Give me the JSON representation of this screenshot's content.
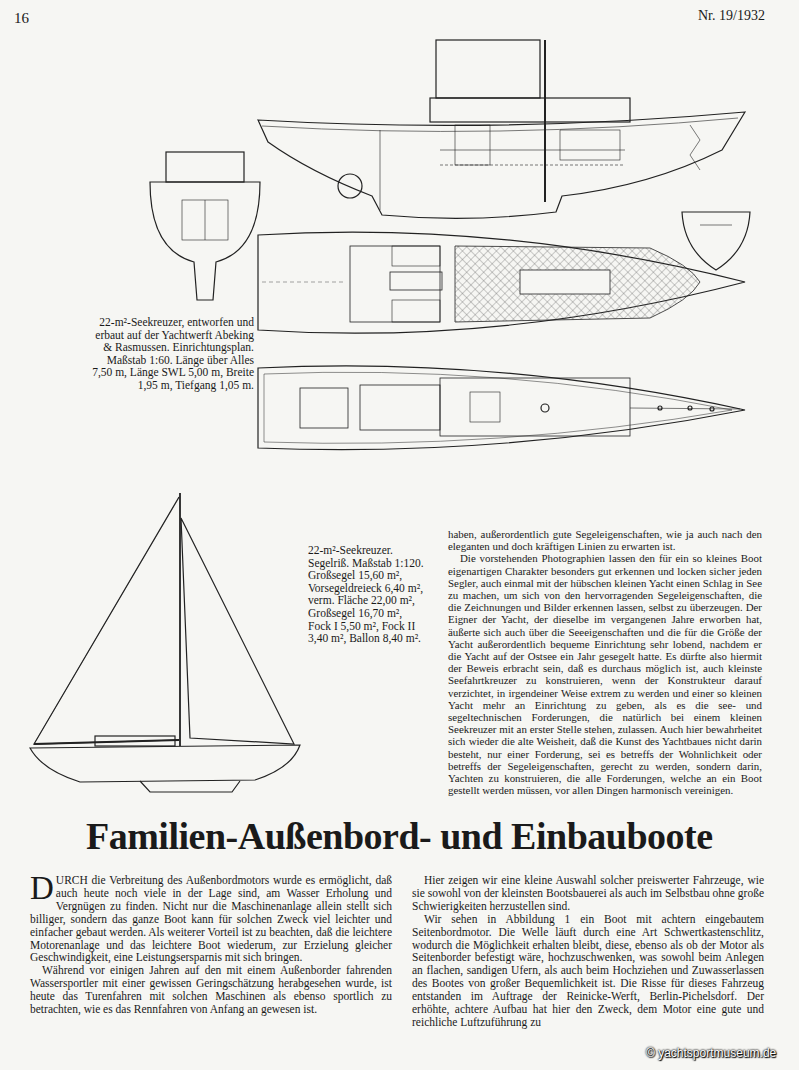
{
  "diagram": {
    "title": "Familien-Außenbord- und Einbauboote",
    "labels": [
      "16",
      "Nr. 19/1932",
      "22-m²-Seekreuzer, entworfen und erbaut auf der Yachtwerft Abeking & Rasmussen. Einrichtungsplan. Maßstab 1:60. Länge über Alles 7,50 m, Länge SWL 5,00 m, Breite 1,95 m, Tiefgang 1,05 m.",
      "22-m²-Seekreuzer. Segelriß. Maßstab 1:120. Großsegel 15,60 m², Vorsegeldreieck 6,40 m², verm. Fläche 22,00 m², Großsegel 16,70 m², Fock I 5,50 m², Fock II 3,40 m², Ballon 8,40 m².",
      "haben, außerordentlich gute Segeleigenschaften, wie ja auch nach den eleganten und doch kräftigen Linien zu erwarten ist.",
      "Die vorstehenden Photographien lassen den für ein so kleines Boot eigenartigen Charakter besonders gut erkennen und locken sicher jeden Segler, auch einmal mit der hübschen kleinen Yacht einen Schlag in See zu machen, um sich von den hervorragenden Segeleigenschaften, die die Zeichnungen und Bilder erkennen lassen, selbst zu überzeugen. Der Eigner der Yacht, der dieselbe im vergangenen Jahre erworben hat, äußerte sich auch über die Seeeigenschaften und die für die Größe der Yacht außerordentlich bequeme Einrichtung sehr lobend, nachdem er die Yacht auf der Ostsee ein Jahr gesegelt hatte. Es dürfte also hiermit der Beweis erbracht sein, daß es durchaus möglich ist, auch kleinste Seefahrtkreuzer zu konstruieren, wenn der Konstrukteur darauf verzichtet, in irgendeiner Weise extrem zu werden und einer so kleinen Yacht mehr an Einrichtung zu geben, als es die see- und segeltechnischen Forderungen, die natürlich bei einem kleinen Seekreuzer mit an erster Stelle stehen, zulassen. Auch hier bewahrheitet sich wieder die alte Weisheit, daß die Kunst des Yachtbaues nicht darin besteht, nur einer Forderung, sei es betreffs der Wohnlichkeit oder betreffs der Segeleigenschaften, gerecht zu werden, sondern darin, Yachten zu konstruieren, die alle Forderungen, welche an ein Boot gestellt werden müssen, vor allen Dingen harmonisch vereinigen.",
      "DURCH die Verbreitung des Außenbordmotors wurde es ermöglicht, daß auch heute noch viele in der Lage sind, am Wasser Erholung und Vergnügen zu finden. Nicht nur die Maschinenanlage allein stellt sich billiger, sondern das ganze Boot kann für solchen Zweck viel leichter und einfacher gebaut werden. Als weiterer Vorteil ist zu beachten, daß die leichtere Motorenanlage und das leichtere Boot wiederum, zur Erzielung gleicher Geschwindigkeit, eine Leistungsersparnis mit sich bringen.",
      "Während vor einigen Jahren auf den mit einem Außenborder fahrenden Wassersportler mit einer gewissen Geringschätzung herabgesehen wurde, ist heute das Turenfahren mit solchen Maschinen als ebenso sportlich zu betrachten, wie es das Rennfahren von Anfang an gewesen ist.",
      "Hier zeigen wir eine kleine Auswahl solcher preiswerter Fahrzeuge, wie sie sowohl von der kleinsten Bootsbauerei als auch im Selbstbau ohne große Schwierigkeiten herzustellen sind.",
      "Wir sehen in Abbildung 1 ein Boot mit achtern eingebautem Seitenbordmotor. Die Welle läuft durch eine Art Schwertkastenschlitz, wodurch die Möglichkeit erhalten bleibt, diese, ebenso als ob der Motor als Seitenborder befestigt wäre, hochzuschwenken, was sowohl beim Anlegen an flachen, sandigen Ufern, als auch beim Hochziehen und Zuwasserlassen des Bootes von großer Bequemlichkeit ist. Die Risse für dieses Fahrzeug entstanden im Auftrage der Reinicke-Werft, Berlin-Pichelsdorf. Der erhöhte, achtere Aufbau hat hier den Zweck, dem Motor eine gute und reichliche Luftzuführung zu",
      "© yachtsportmuseum.de"
    ]
  }
}
